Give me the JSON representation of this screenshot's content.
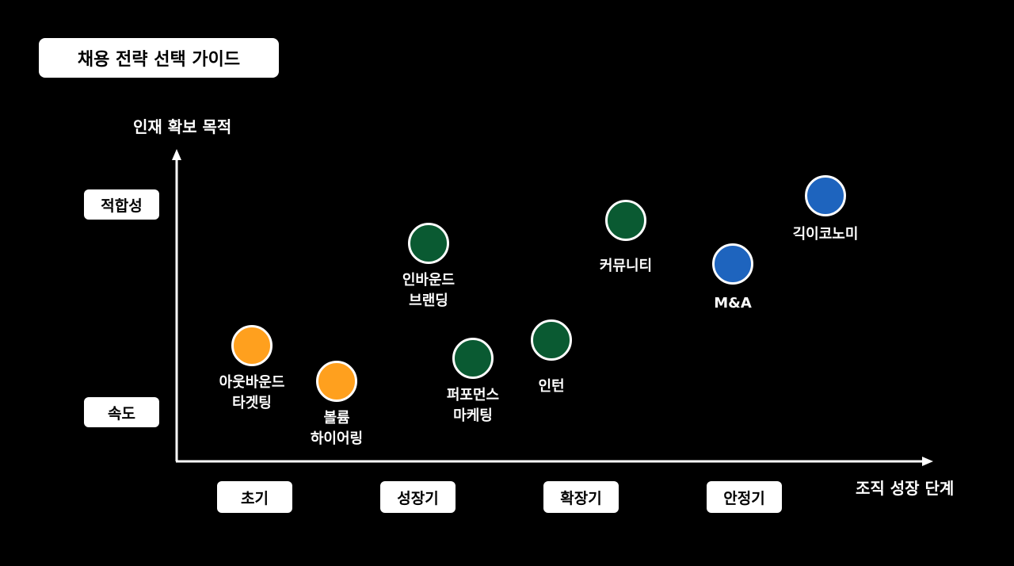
{
  "title": "채용 전략 선택 가이드",
  "y_axis": {
    "title": "인재 확보 목적",
    "top_label": "적합성",
    "bottom_label": "속도"
  },
  "x_axis": {
    "title": "조직 성장 단계",
    "stages": [
      "초기",
      "성장기",
      "확장기",
      "안정기"
    ]
  },
  "colors": {
    "orange": "#FFA01E",
    "green": "#0A5A32",
    "blue": "#1E64BE"
  },
  "nodes": [
    {
      "label": "아웃바운드\n타겟팅",
      "color": "#FFA01E"
    },
    {
      "label": "볼륨\n하이어링",
      "color": "#FFA01E"
    },
    {
      "label": "인바운드\n브랜딩",
      "color": "#0A5A32"
    },
    {
      "label": "퍼포먼스\n마케팅",
      "color": "#0A5A32"
    },
    {
      "label": "인턴",
      "color": "#0A5A32"
    },
    {
      "label": "커뮤니티",
      "color": "#0A5A32"
    },
    {
      "label": "M&A",
      "color": "#1E64BE"
    },
    {
      "label": "긱이코노미",
      "color": "#1E64BE"
    }
  ]
}
